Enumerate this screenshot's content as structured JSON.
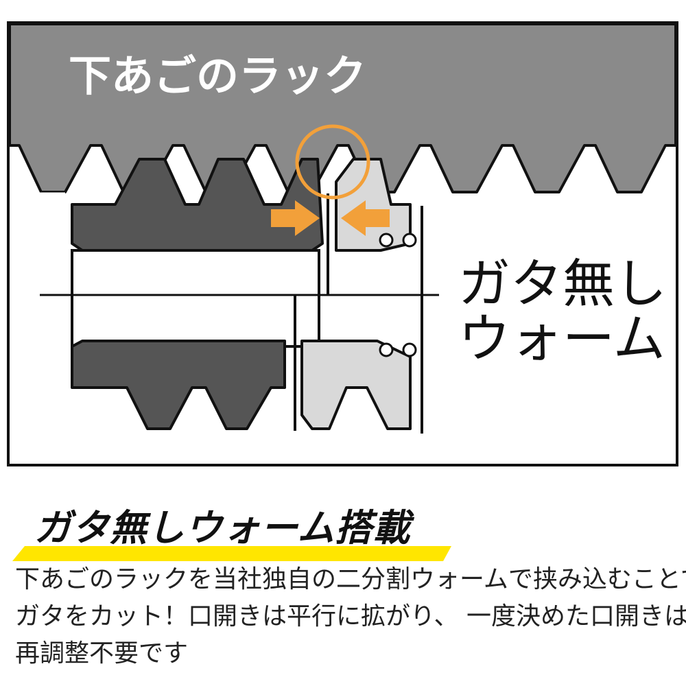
{
  "diagram": {
    "rack_label": "下あごのラック",
    "worm_label_line1": "ガタ無し",
    "worm_label_line2": "ウォーム"
  },
  "headline": "ガタ無しウォーム搭載",
  "description": {
    "line1": "下あごのラックを当社独自の二分割ウォームで挟み込むことで",
    "line2": "ガタをカット！口開きは平行に拡がり、 一度決めた口開きは",
    "line3": "再調整不要です"
  },
  "colors": {
    "rack_gray": "#8a8a8a",
    "worm_dark": "#555555",
    "worm_light": "#d9d9d9",
    "accent_orange": "#f2a03a",
    "highlight_yellow": "#ffe600"
  }
}
